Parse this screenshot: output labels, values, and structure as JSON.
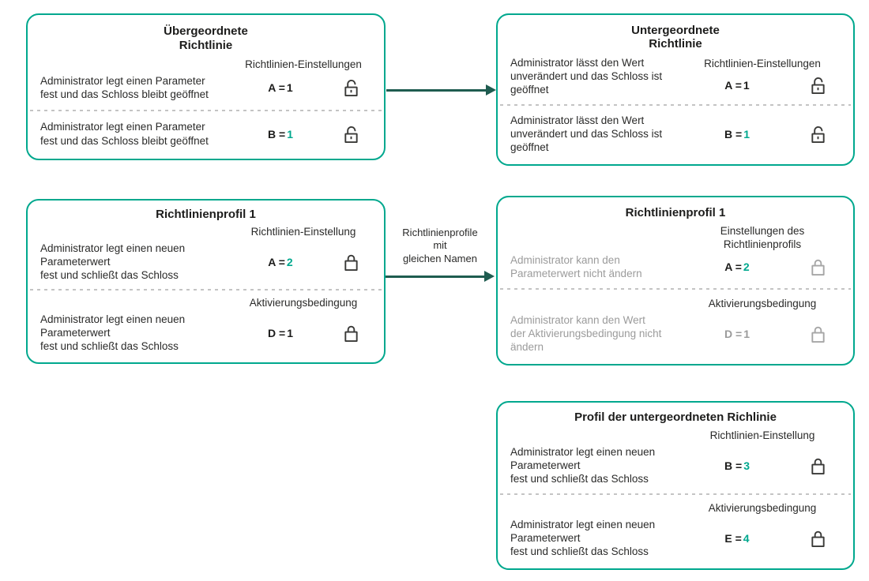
{
  "colors": {
    "accent": "#00A88E",
    "border": "#00A88E",
    "arrow": "#1F5C50",
    "text": "#2A2A29",
    "muted": "#9B9B9B"
  },
  "icons": {
    "open_lock_icon": "open padlock outline with keyhole",
    "closed_lock_icon": "closed padlock outline"
  },
  "boxes": {
    "parent_policy": {
      "title": "Übergeordnete\nRichtlinie",
      "sections": [
        {
          "label": "Richtlinien-Einstellungen",
          "text": "Administrator legt einen Parameter\nfest und das Schloss bleibt geöffnet",
          "param": "A =",
          "value": "1",
          "value_color": "black",
          "lock": "open"
        },
        {
          "label": "",
          "text": "Administrator legt einen Parameter\nfest und das Schloss bleibt geöffnet",
          "param": "B =",
          "value": "1",
          "value_color": "accent",
          "lock": "open"
        }
      ]
    },
    "child_policy": {
      "title": "Untergeordnete\nRichtlinie",
      "sections": [
        {
          "label": "Richtlinien-Einstellungen",
          "text": "Administrator lässt den Wert\nunverändert und das Schloss ist\ngeöffnet",
          "param": "A =",
          "value": "1",
          "value_color": "black",
          "lock": "open"
        },
        {
          "label": "",
          "text": "Administrator lässt den Wert\nunverändert und das Schloss ist\ngeöffnet",
          "param": "B =",
          "value": "1",
          "value_color": "accent",
          "lock": "open"
        }
      ]
    },
    "policy_profile1": {
      "title": "Richtlinienprofil 1",
      "sections": [
        {
          "label": "Richtlinien-Einstellung",
          "text": "Administrator legt einen neuen\nParameterwert\nfest und schließt das Schloss",
          "param": "A =",
          "value": "2",
          "value_color": "accent",
          "lock": "closed"
        },
        {
          "label": "Aktivierungsbedingung",
          "text": "Administrator legt einen neuen\nParameterwert\nfest und schließt das Schloss",
          "param": "D =",
          "value": "1",
          "value_color": "black",
          "lock": "closed"
        }
      ]
    },
    "inherited_profile1": {
      "title": "Richtlinienprofil 1",
      "sections": [
        {
          "label": "Einstellungen des\nRichtlinienprofils",
          "text": "Administrator kann den\nParameterwert nicht ändern",
          "param": "A =",
          "value": "2",
          "value_color": "accent",
          "lock": "closed-gray"
        },
        {
          "label": "Aktivierungsbedingung",
          "text": "Administrator kann den Wert\nder Aktivierungsbedingung nicht\nändern",
          "param": "D =",
          "value": "1",
          "value_color": "gray",
          "lock": "closed-gray"
        }
      ]
    },
    "child_policy_profile": {
      "title": "Profil der untergeordneten Richlinie",
      "sections": [
        {
          "label": "Richtlinien-Einstellung",
          "text": "Administrator legt einen neuen\nParameterwert\nfest und schließt das Schloss",
          "param": "B =",
          "value": "3",
          "value_color": "accent",
          "lock": "closed"
        },
        {
          "label": "Aktivierungsbedingung",
          "text": "Administrator legt einen neuen\nParameterwert\nfest und schließt das Schloss",
          "param": "E =",
          "value": "4",
          "value_color": "accent",
          "lock": "closed"
        }
      ]
    }
  },
  "connectors": {
    "profiles_arrow_label": "Richtlinienprofile\nmit\ngleichen Namen"
  }
}
